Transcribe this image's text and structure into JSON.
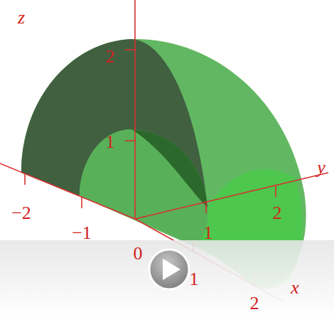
{
  "diagram": {
    "labels": [
      "z",
      "2",
      "1",
      "y",
      "−2",
      "−1",
      "2",
      "1",
      "0",
      "1",
      "2",
      "x"
    ]
  }
}
